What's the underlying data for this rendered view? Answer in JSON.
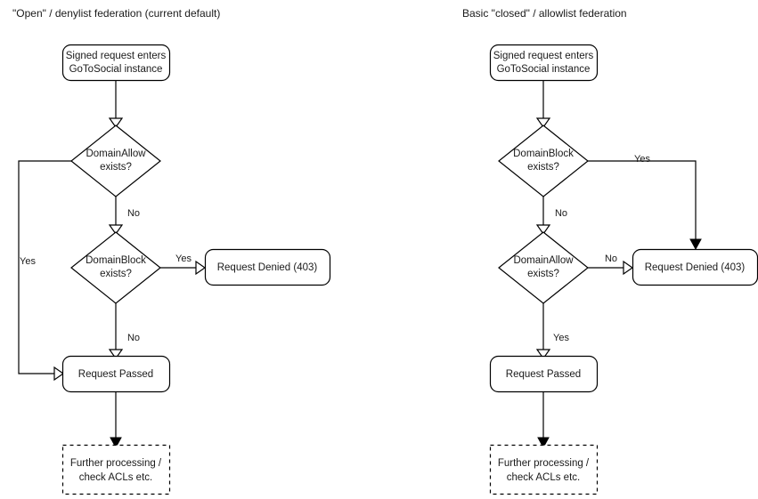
{
  "diagram": {
    "type": "flowchart",
    "background_color": "#ffffff",
    "stroke_color": "#000000",
    "text_color": "#1a1a1a",
    "columns": [
      {
        "id": "open-denylist",
        "title": "\"Open\" / denylist federation (current default)",
        "nodes": [
          {
            "id": "entry",
            "shape": "rounded-rect",
            "line1": "Signed request enters",
            "line2": "GoToSocial instance"
          },
          {
            "id": "domain-allow",
            "shape": "diamond",
            "line1": "DomainAllow",
            "line2": "exists?"
          },
          {
            "id": "domain-block",
            "shape": "diamond",
            "line1": "DomainBlock",
            "line2": "exists?"
          },
          {
            "id": "denied",
            "shape": "rounded-rect",
            "line1": "Request Denied (403)",
            "line2": ""
          },
          {
            "id": "passed",
            "shape": "rounded-rect",
            "line1": "Request Passed",
            "line2": ""
          },
          {
            "id": "further",
            "shape": "dashed-rect",
            "line1": "Further processing /",
            "line2": "check ACLs etc."
          }
        ],
        "edges": [
          {
            "from": "entry",
            "to": "domain-allow",
            "label": "",
            "arrow": "open"
          },
          {
            "from": "domain-allow",
            "to": "passed",
            "label": "Yes",
            "arrow": "open"
          },
          {
            "from": "domain-allow",
            "to": "domain-block",
            "label": "No",
            "arrow": "open"
          },
          {
            "from": "domain-block",
            "to": "denied",
            "label": "Yes",
            "arrow": "open"
          },
          {
            "from": "domain-block",
            "to": "passed",
            "label": "No",
            "arrow": "open"
          },
          {
            "from": "passed",
            "to": "further",
            "label": "",
            "arrow": "filled"
          }
        ]
      },
      {
        "id": "closed-allowlist",
        "title": "Basic \"closed\" / allowlist federation",
        "nodes": [
          {
            "id": "entry",
            "shape": "rounded-rect",
            "line1": "Signed request enters",
            "line2": "GoToSocial instance"
          },
          {
            "id": "domain-block",
            "shape": "diamond",
            "line1": "DomainBlock",
            "line2": "exists?"
          },
          {
            "id": "domain-allow",
            "shape": "diamond",
            "line1": "DomainAllow",
            "line2": "exists?"
          },
          {
            "id": "denied",
            "shape": "rounded-rect",
            "line1": "Request Denied (403)",
            "line2": ""
          },
          {
            "id": "passed",
            "shape": "rounded-rect",
            "line1": "Request Passed",
            "line2": ""
          },
          {
            "id": "further",
            "shape": "dashed-rect",
            "line1": "Further processing /",
            "line2": "check ACLs etc."
          }
        ],
        "edges": [
          {
            "from": "entry",
            "to": "domain-block",
            "label": "",
            "arrow": "open"
          },
          {
            "from": "domain-block",
            "to": "denied",
            "label": "Yes",
            "arrow": "filled"
          },
          {
            "from": "domain-block",
            "to": "domain-allow",
            "label": "No",
            "arrow": "open"
          },
          {
            "from": "domain-allow",
            "to": "denied",
            "label": "No",
            "arrow": "open"
          },
          {
            "from": "domain-allow",
            "to": "passed",
            "label": "Yes",
            "arrow": "open"
          },
          {
            "from": "passed",
            "to": "further",
            "label": "",
            "arrow": "filled"
          }
        ]
      }
    ]
  }
}
